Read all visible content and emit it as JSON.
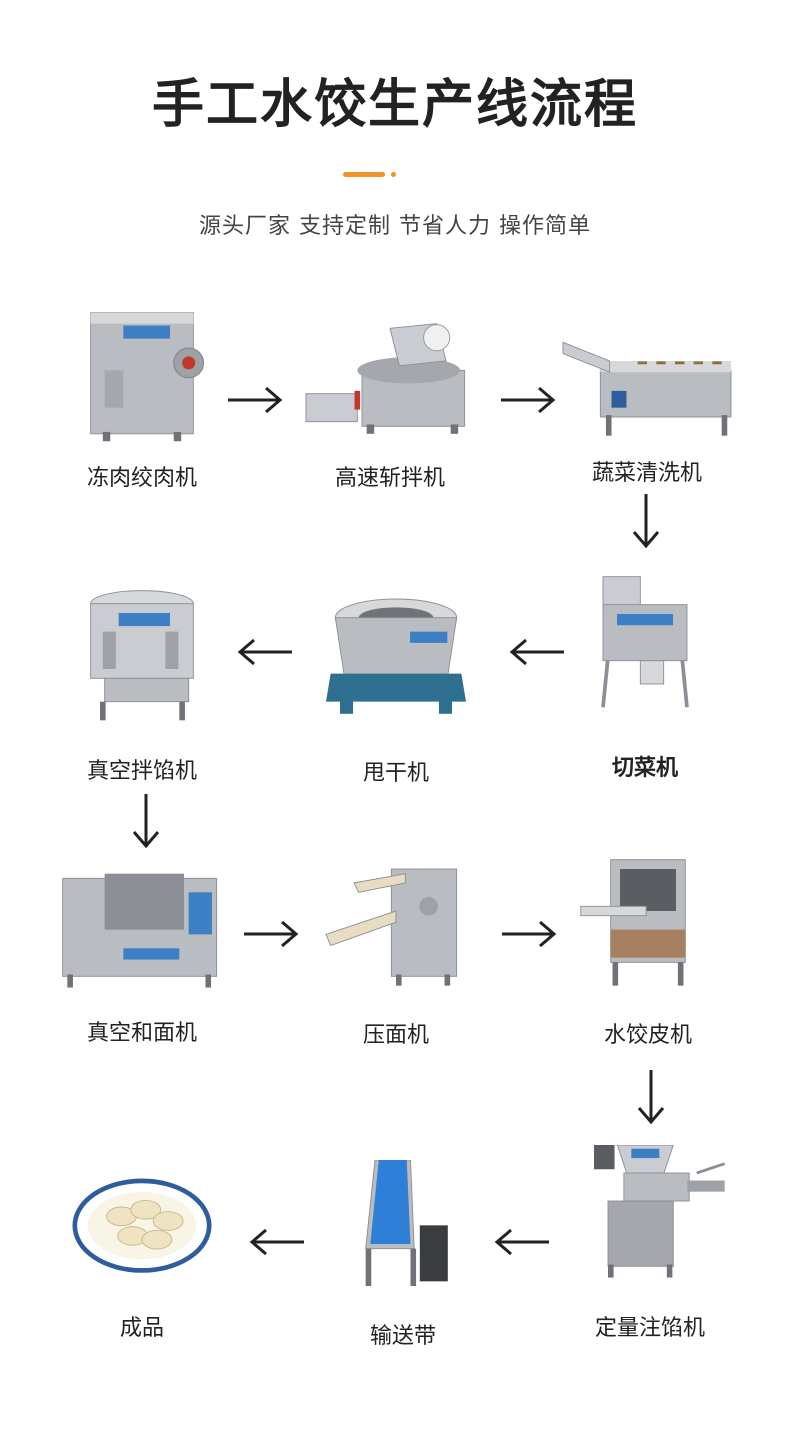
{
  "header": {
    "title": "手工水饺生产线流程",
    "subtitle": "源头厂家 支持定制 节省人力 操作简单"
  },
  "steps": [
    {
      "label": "冻肉绞肉机"
    },
    {
      "label": "高速斩拌机"
    },
    {
      "label": "蔬菜清洗机"
    },
    {
      "label": "切菜机"
    },
    {
      "label": "甩干机"
    },
    {
      "label": "真空拌馅机"
    },
    {
      "label": "真空和面机"
    },
    {
      "label": "压面机"
    },
    {
      "label": "水饺皮机"
    },
    {
      "label": "定量注馅机"
    },
    {
      "label": "输送带"
    },
    {
      "label": "成品"
    }
  ],
  "colors": {
    "accent": "#f0932b",
    "steel": "#b9bcc0",
    "arrow": "#222222",
    "label_panel": "#3d7fc4"
  },
  "icons": [
    "right-arrow-icon",
    "left-arrow-icon",
    "down-arrow-icon"
  ]
}
